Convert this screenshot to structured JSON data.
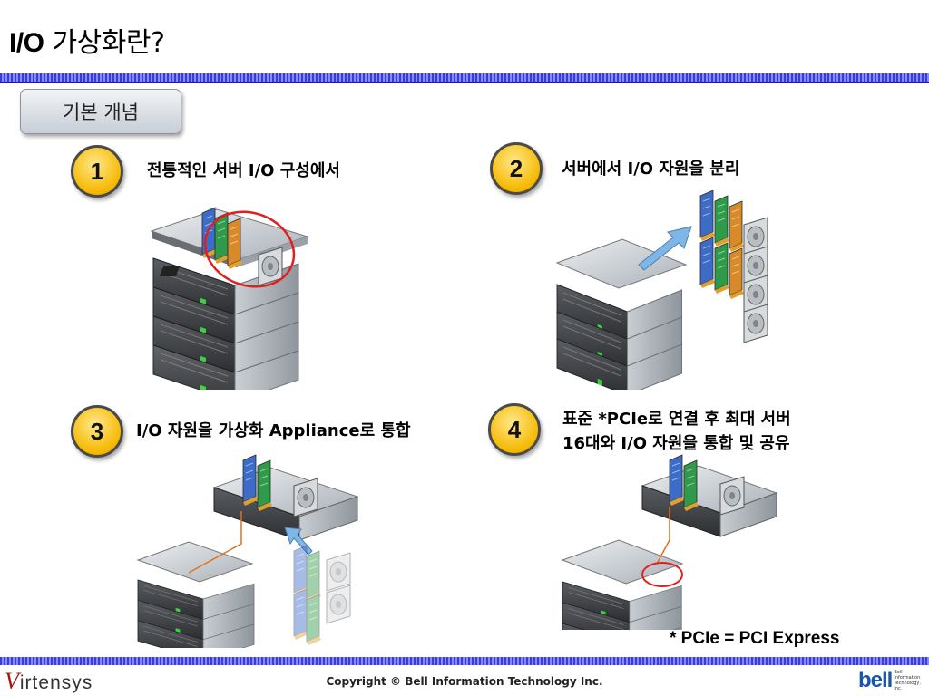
{
  "slide": {
    "title_bold": "I/O",
    "title_rest": " 가상화란?",
    "concept_tag": "기본 개념"
  },
  "steps": [
    {
      "number": "1",
      "caption": "전통적인 서버 I/O 구성에서"
    },
    {
      "number": "2",
      "caption": "서버에서 I/O 자원을 분리"
    },
    {
      "number": "3",
      "caption": "I/O 자원을 가상화 Appliance로 통합"
    },
    {
      "number": "4",
      "caption_line1": "표준 *PCIe로 연결 후 최대 서버",
      "caption_line2": "16대와 I/O 자원을 통합 및 공유"
    }
  ],
  "footnote": "* PCIe = PCI Express",
  "footer": {
    "copyright": "Copyright © Bell Information Technology Inc.",
    "left_logo_v": "V",
    "left_logo_rest": "irtensys",
    "right_logo_word": "bell",
    "right_logo_small_1": "Bell Information",
    "right_logo_small_2": "Technology, Inc."
  },
  "colors": {
    "band": "#3a3ad6",
    "badge": "#f5b800",
    "circle_highlight": "#e02020",
    "arrow": "#7fb6e8",
    "card_blue": "#3c6cc8",
    "card_green": "#2e9a4a",
    "card_orange": "#d88a2a"
  },
  "icons": [
    "server-icon",
    "io-card-icon",
    "hard-drive-icon",
    "arrow-icon",
    "pcie-cable-icon"
  ]
}
